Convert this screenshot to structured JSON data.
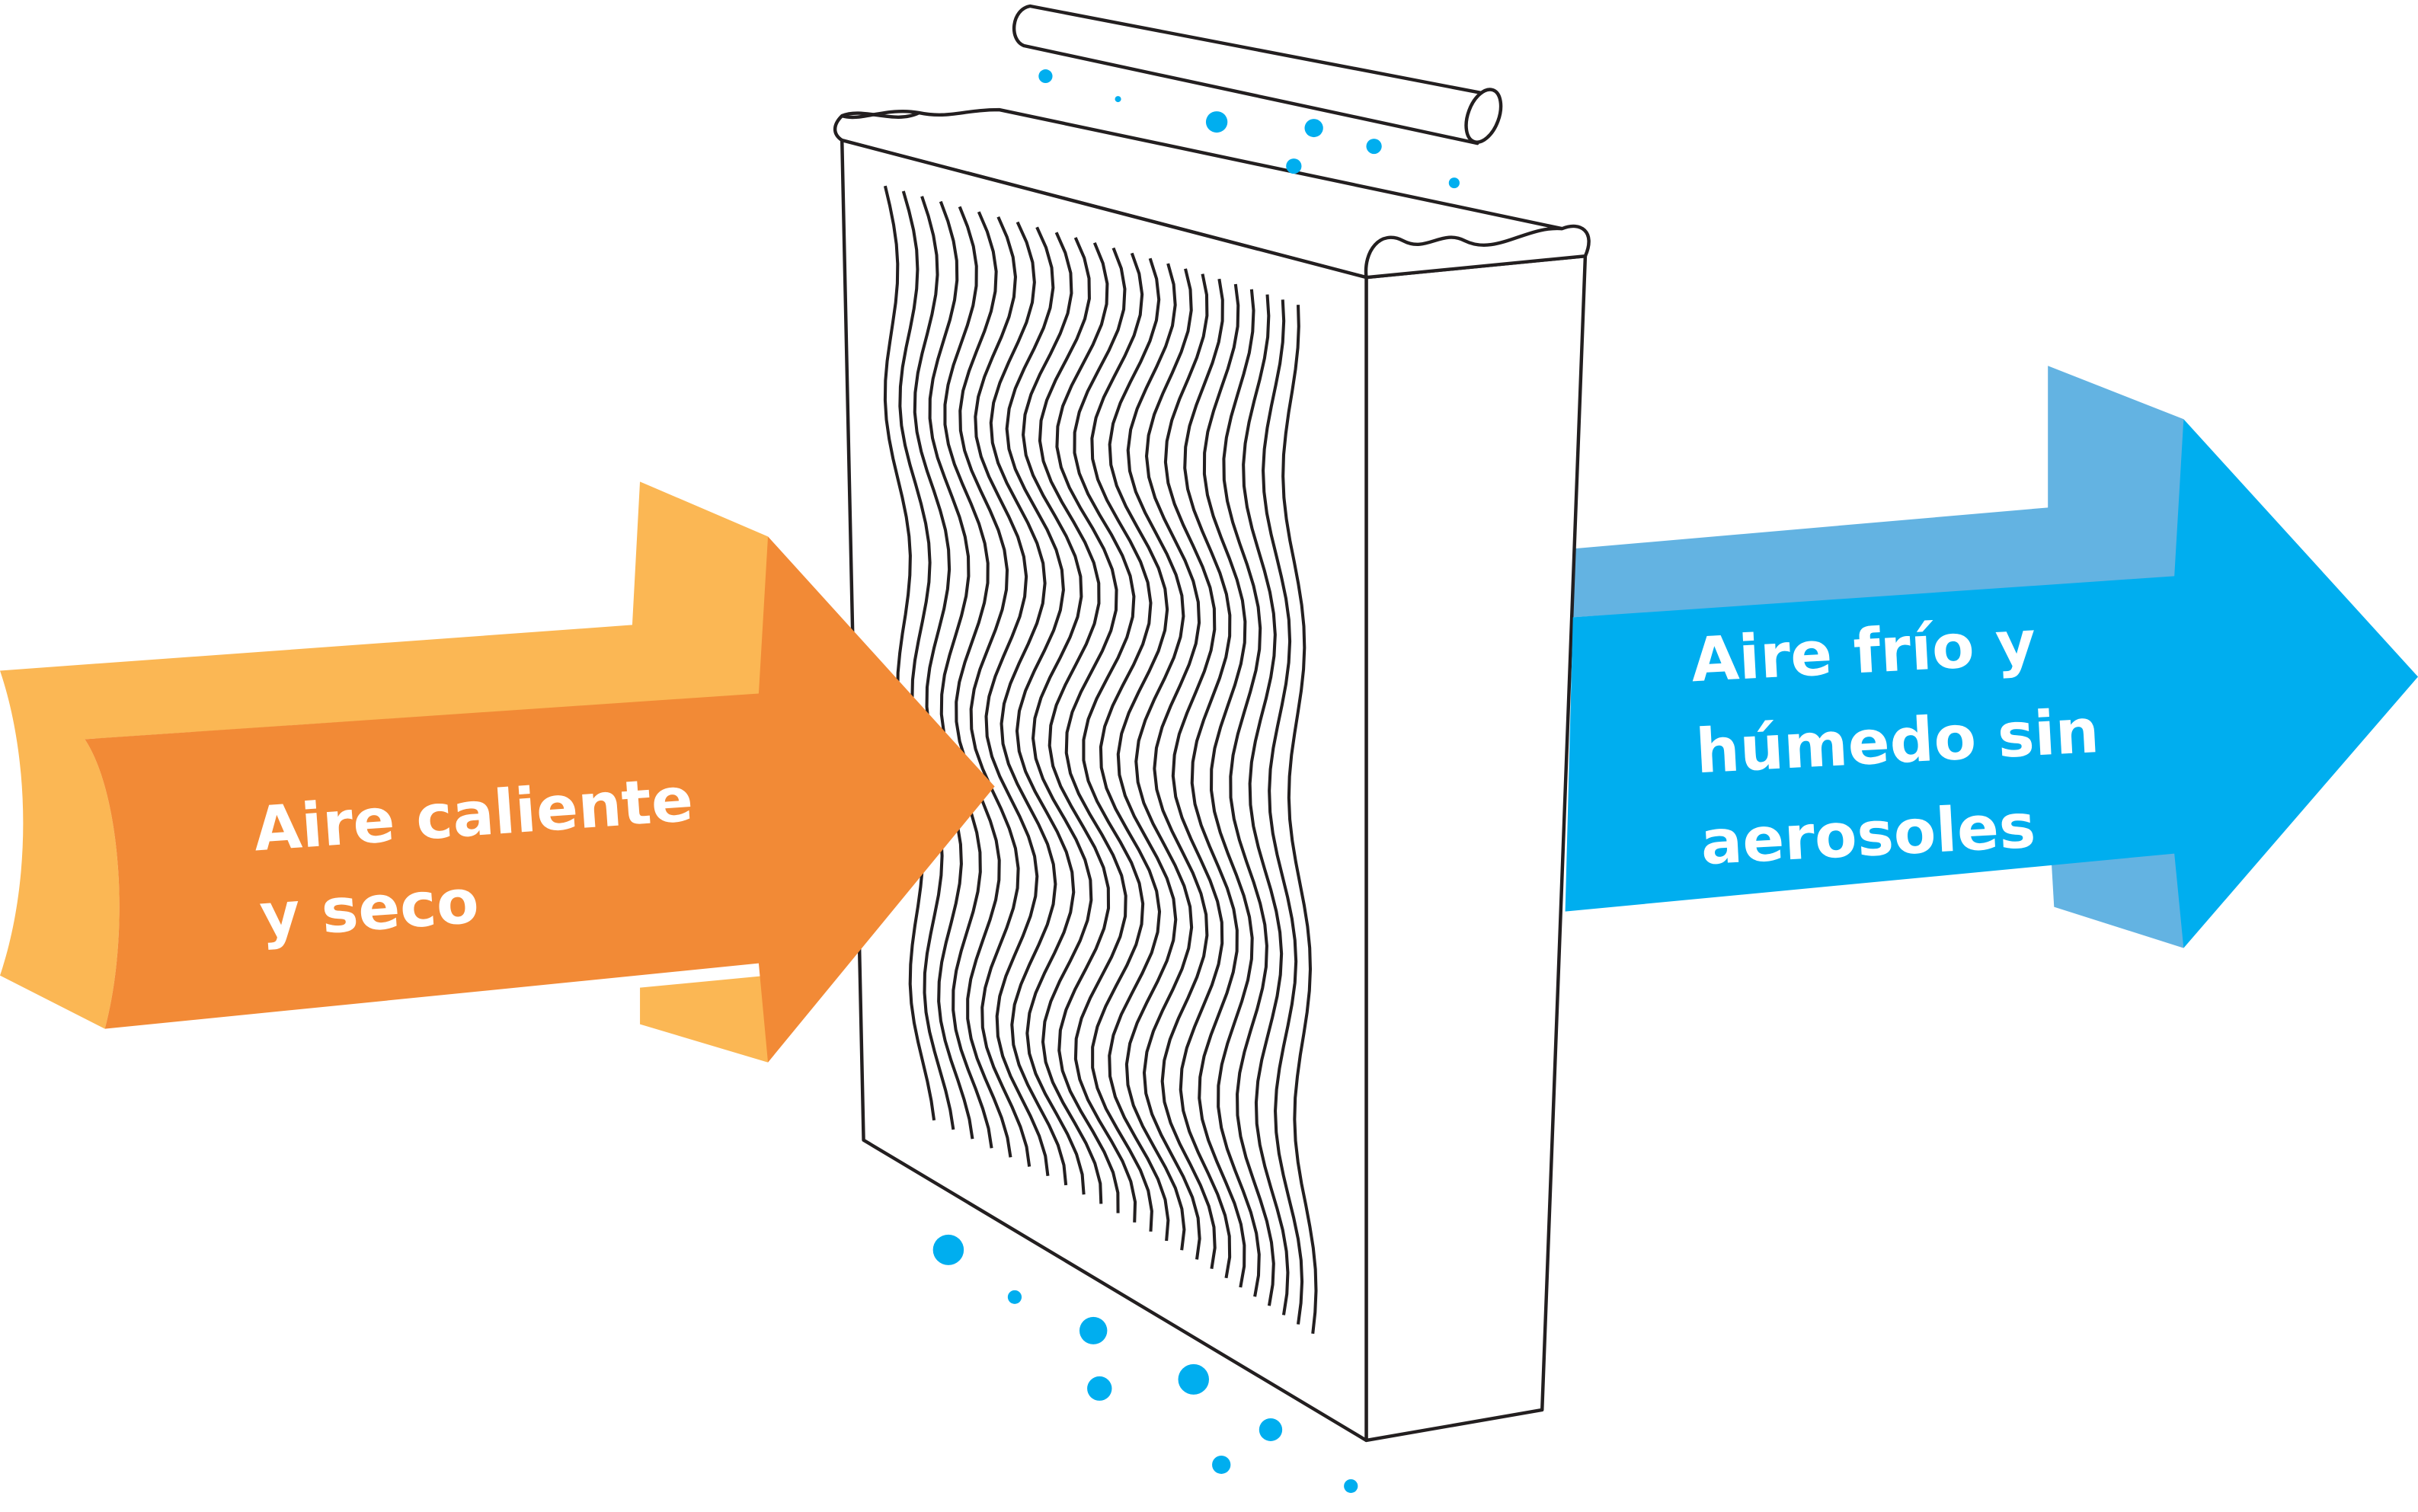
{
  "arrows": {
    "hot": {
      "lines": [
        "Aire caliente",
        "y seco"
      ],
      "colors": {
        "front": "#F28A36",
        "side": "#FBB754"
      }
    },
    "cold": {
      "lines": [
        "Aire frío y",
        "húmedo sin",
        "aerosoles"
      ],
      "colors": {
        "front": "#00AEEF",
        "side": "#63B3E2"
      }
    }
  },
  "filter": {
    "stroke": "#231F20",
    "fill": "#ffffff",
    "drop_color": "#00AEEF"
  }
}
